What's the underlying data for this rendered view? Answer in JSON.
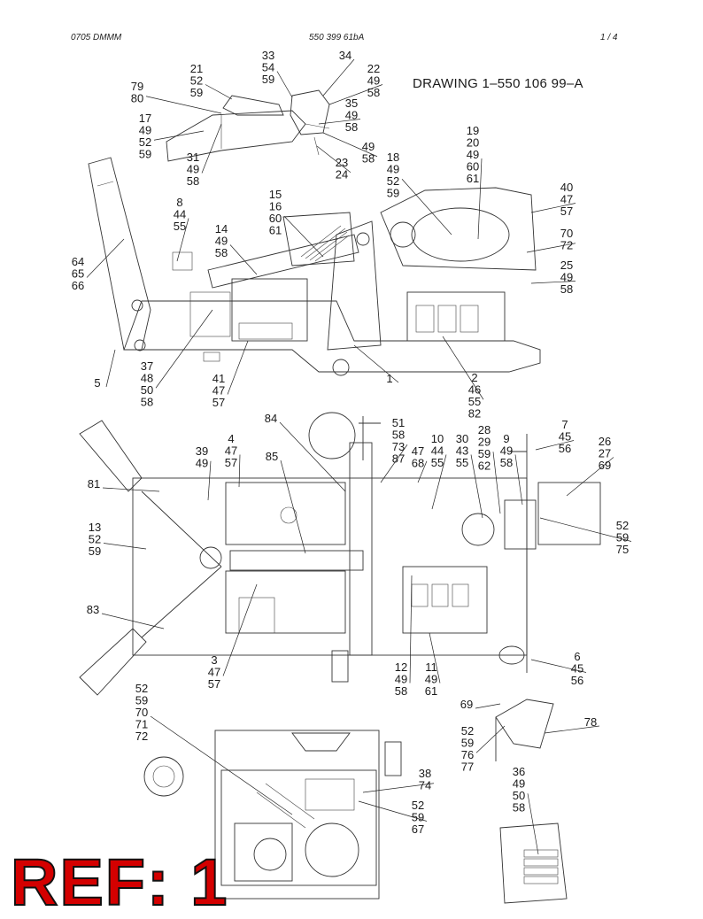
{
  "header": {
    "left": "0705 DMMM",
    "center": "550 399 61bA",
    "right": "1 /   4"
  },
  "drawing_title": "DRAWING  1–550 106 99–A",
  "ref_stamp": "REF: 1",
  "callouts": [
    {
      "id": "c-33-54-59",
      "lines": [
        "33",
        "54",
        "59"
      ]
    },
    {
      "id": "c-34",
      "lines": [
        "34"
      ]
    },
    {
      "id": "c-21-52-59",
      "lines": [
        "21",
        "52",
        "59"
      ]
    },
    {
      "id": "c-22-49-58",
      "lines": [
        "22",
        "49",
        "58"
      ]
    },
    {
      "id": "c-79-80",
      "lines": [
        "79",
        "80"
      ]
    },
    {
      "id": "c-35-49-58",
      "lines": [
        "35",
        "49",
        "58"
      ]
    },
    {
      "id": "c-17-49-52-59",
      "lines": [
        "17",
        "49",
        "52",
        "59"
      ]
    },
    {
      "id": "c-49-58-a",
      "lines": [
        "49",
        "58"
      ]
    },
    {
      "id": "c-31-49-58",
      "lines": [
        "31",
        "49",
        "58"
      ]
    },
    {
      "id": "c-23-24",
      "lines": [
        "23",
        "24"
      ]
    },
    {
      "id": "c-19-20-49-60-61",
      "lines": [
        "19",
        "20",
        "49",
        "60",
        "61"
      ]
    },
    {
      "id": "c-18-49-52-59",
      "lines": [
        "18",
        "49",
        "52",
        "59"
      ]
    },
    {
      "id": "c-15-16-60-61",
      "lines": [
        "15",
        "16",
        "60",
        "61"
      ]
    },
    {
      "id": "c-8-44-55",
      "lines": [
        "8",
        "44",
        "55"
      ]
    },
    {
      "id": "c-40-47-57",
      "lines": [
        "40",
        "47",
        "57"
      ]
    },
    {
      "id": "c-14-49-58",
      "lines": [
        "14",
        "49",
        "58"
      ]
    },
    {
      "id": "c-70-72",
      "lines": [
        "70",
        "72"
      ]
    },
    {
      "id": "c-64-65-66",
      "lines": [
        "64",
        "65",
        "66"
      ]
    },
    {
      "id": "c-25-49-58",
      "lines": [
        "25",
        "49",
        "58"
      ]
    },
    {
      "id": "c-37-48-50-58",
      "lines": [
        "37",
        "48",
        "50",
        "58"
      ]
    },
    {
      "id": "c-5",
      "lines": [
        "5"
      ]
    },
    {
      "id": "c-41-47-57",
      "lines": [
        "41",
        "47",
        "57"
      ]
    },
    {
      "id": "c-1",
      "lines": [
        "1"
      ]
    },
    {
      "id": "c-2-46-55-82",
      "lines": [
        "2",
        "46",
        "55",
        "82"
      ]
    },
    {
      "id": "c-84",
      "lines": [
        "84"
      ]
    },
    {
      "id": "c-51-58-73-87",
      "lines": [
        "51",
        "58",
        "73",
        "87"
      ]
    },
    {
      "id": "c-7-45-56",
      "lines": [
        "7",
        "45",
        "56"
      ]
    },
    {
      "id": "c-4-47-57",
      "lines": [
        "4",
        "47",
        "57"
      ]
    },
    {
      "id": "c-39-49",
      "lines": [
        "39",
        "49"
      ]
    },
    {
      "id": "c-85",
      "lines": [
        "85"
      ]
    },
    {
      "id": "c-47-68",
      "lines": [
        "47",
        "68"
      ]
    },
    {
      "id": "c-10-44-55",
      "lines": [
        "10",
        "44",
        "55"
      ]
    },
    {
      "id": "c-30-43-55",
      "lines": [
        "30",
        "43",
        "55"
      ]
    },
    {
      "id": "c-28-29-59-62",
      "lines": [
        "28",
        "29",
        "59",
        "62"
      ]
    },
    {
      "id": "c-9-49-58",
      "lines": [
        "9",
        "49",
        "58"
      ]
    },
    {
      "id": "c-26-27-69",
      "lines": [
        "26",
        "27",
        "69"
      ]
    },
    {
      "id": "c-81",
      "lines": [
        "81"
      ]
    },
    {
      "id": "c-13-52-59",
      "lines": [
        "13",
        "52",
        "59"
      ]
    },
    {
      "id": "c-52-59-75",
      "lines": [
        "52",
        "59",
        "75"
      ]
    },
    {
      "id": "c-83",
      "lines": [
        "83"
      ]
    },
    {
      "id": "c-3-47-57",
      "lines": [
        "3",
        "47",
        "57"
      ]
    },
    {
      "id": "c-12-49-58",
      "lines": [
        "12",
        "49",
        "58"
      ]
    },
    {
      "id": "c-11-49-61",
      "lines": [
        "11",
        "49",
        "61"
      ]
    },
    {
      "id": "c-6-45-56",
      "lines": [
        "6",
        "45",
        "56"
      ]
    },
    {
      "id": "c-52-59-70-71-72",
      "lines": [
        "52",
        "59",
        "70",
        "71",
        "72"
      ]
    },
    {
      "id": "c-69",
      "lines": [
        "69"
      ]
    },
    {
      "id": "c-52-59-76-77",
      "lines": [
        "52",
        "59",
        "76",
        "77"
      ]
    },
    {
      "id": "c-78",
      "lines": [
        "78"
      ]
    },
    {
      "id": "c-38-74",
      "lines": [
        "38",
        "74"
      ]
    },
    {
      "id": "c-36-49-50-58",
      "lines": [
        "36",
        "49",
        "50",
        "58"
      ]
    },
    {
      "id": "c-52-59-67",
      "lines": [
        "52",
        "59",
        "67"
      ]
    }
  ]
}
